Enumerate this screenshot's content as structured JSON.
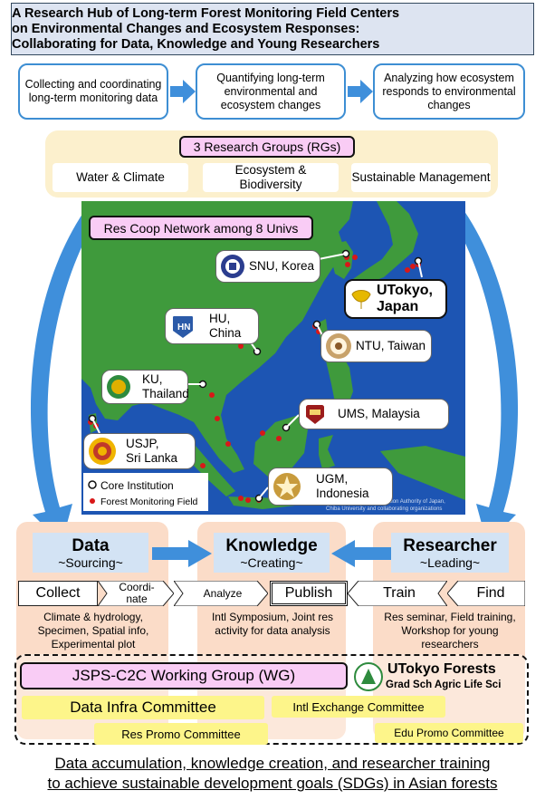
{
  "title": {
    "line1": "A Research Hub of Long-term Forest Monitoring Field Centers",
    "line2": "on Environmental Changes and Ecosystem Responses:",
    "line3": "Collaborating for Data, Knowledge and Young Researchers"
  },
  "steps": [
    {
      "label": "Collecting and coordinating long-term monitoring data"
    },
    {
      "label": "Quantifying long-term environmental and ecosystem changes"
    },
    {
      "label": "Analyzing how ecosystem responds to environmental changes"
    }
  ],
  "research_groups": {
    "header": "3 Research Groups (RGs)",
    "items": [
      {
        "label": "Water & Climate"
      },
      {
        "label": "Ecosystem & Biodiversity"
      },
      {
        "label": "Sustainable Management"
      }
    ]
  },
  "map": {
    "network_label": "Res Coop Network among 8 Univs",
    "institutions": [
      {
        "line1": "SNU, Korea",
        "line2": ""
      },
      {
        "line1": "UTokyo,",
        "line2": "Japan"
      },
      {
        "line1": "HU,",
        "line2": "China"
      },
      {
        "line1": "NTU, Taiwan",
        "line2": ""
      },
      {
        "line1": "KU,",
        "line2": "Thailand"
      },
      {
        "line1": "UMS, Malaysia",
        "line2": ""
      },
      {
        "line1": "USJP,",
        "line2": "Sri Lanka"
      },
      {
        "line1": "UGM,",
        "line2": "Indonesia"
      }
    ],
    "legend": {
      "core": "Core Institution",
      "field": "Forest Monitoring Field"
    },
    "credit_line1": "Geospatial Information Authority of Japan,",
    "credit_line2": "Chiba University and collaborating organizations",
    "colors": {
      "sea": "#1d55b3",
      "land": "#3f9a3c",
      "field_dot": "#d81818",
      "arrow": "#3f8fdb"
    }
  },
  "columns": [
    {
      "title": "Data",
      "subtitle": "~Sourcing~",
      "description": "Climate & hydrology, Specimen, Spatial info, Experimental plot"
    },
    {
      "title": "Knowledge",
      "subtitle": "~Creating~",
      "description": "Intl Symposium, Joint res activity for data analysis"
    },
    {
      "title": "Researcher",
      "subtitle": "~Leading~",
      "description": "Res seminar, Field training, Workshop for young researchers"
    }
  ],
  "activities": {
    "collect": "Collect",
    "coordinate": "Coordi-nate",
    "analyze": "Analyze",
    "publish": "Publish",
    "train": "Train",
    "find": "Find"
  },
  "working_group": {
    "header": "JSPS-C2C Working Group (WG)",
    "org_name": "UTokyo Forests",
    "org_sub": "Grad Sch Agric Life Sci",
    "committees": {
      "data_infra": "Data Infra Committee",
      "intl_exchange": "Intl Exchange Committee",
      "res_promo": "Res Promo Committee",
      "edu_promo": "Edu Promo Committee"
    }
  },
  "bottom": {
    "line1": "Data accumulation, knowledge creation, and researcher training",
    "line2": "to achieve sustainable development goals (SDGs) in Asian forests"
  }
}
